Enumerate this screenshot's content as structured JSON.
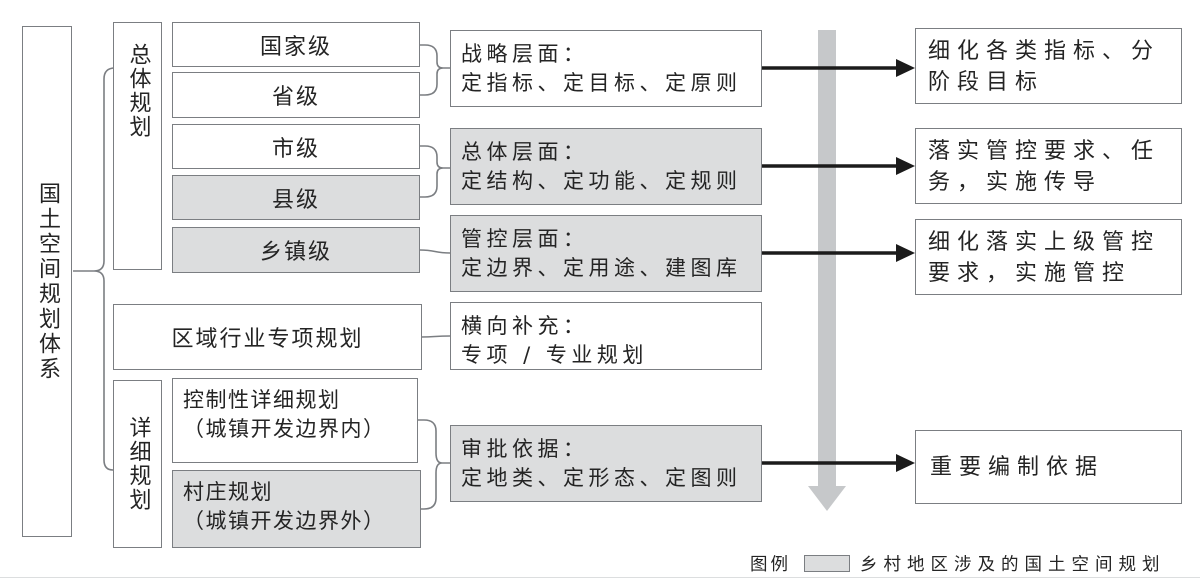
{
  "root": {
    "label": "国土空间规划体系"
  },
  "groups": {
    "overall": {
      "label": "总体规划"
    },
    "detailed": {
      "label": "详细规划"
    }
  },
  "levels": [
    {
      "label": "国家级",
      "shaded": false
    },
    {
      "label": "省级",
      "shaded": false
    },
    {
      "label": "市级",
      "shaded": false
    },
    {
      "label": "县级",
      "shaded": true
    },
    {
      "label": "乡镇级",
      "shaded": true
    }
  ],
  "regional": {
    "label": "区域行业专项规划",
    "shaded": false
  },
  "detailed_items": [
    {
      "line1": "控制性详细规划",
      "line2": "（城镇开发边界内）",
      "shaded": false
    },
    {
      "line1": "村庄规划",
      "line2": "（城镇开发边界外）",
      "shaded": true
    }
  ],
  "middle_boxes": [
    {
      "title": "战略层面：",
      "detail": "定指标、定目标、定原则",
      "shaded": false
    },
    {
      "title": "总体层面：",
      "detail": "定结构、定功能、定规则",
      "shaded": true
    },
    {
      "title": "管控层面：",
      "detail": "定边界、定用途、建图库",
      "shaded": true
    },
    {
      "title": "横向补充：",
      "detail": "专项 / 专业规划",
      "shaded": false
    },
    {
      "title": "审批依据：",
      "detail": "定地类、定形态、定图则",
      "shaded": true
    }
  ],
  "right_boxes": [
    {
      "text": "细化各类指标、分阶段目标"
    },
    {
      "text": "落实管控要求、任务，实施传导"
    },
    {
      "text": "细化落实上级管控要求，实施管控"
    },
    {
      "text": "重要编制依据"
    }
  ],
  "legend": {
    "title": "图例",
    "label": "乡村地区涉及的国土空间规划"
  },
  "colors": {
    "shaded_fill": "#dcddde",
    "arrow_band": "#c6c8ca",
    "box_border": "#7b7e82",
    "arrow_black": "#1b1b1b",
    "text": "#242424"
  }
}
